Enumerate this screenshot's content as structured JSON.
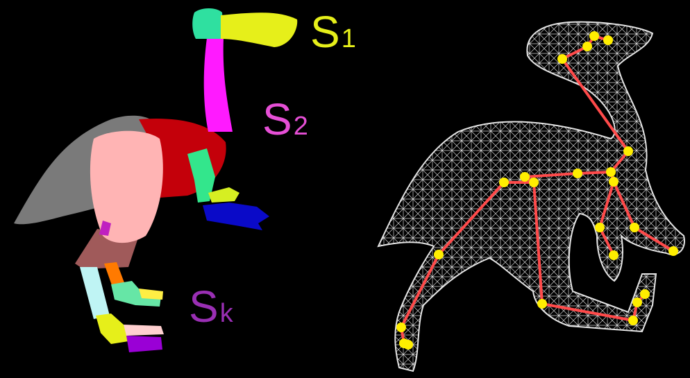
{
  "labels": [
    {
      "base": "S",
      "sub": "1",
      "color": "#e6ef1a"
    },
    {
      "base": "S",
      "sub": "2",
      "color": "#e64fd6"
    },
    {
      "base": "S",
      "sub": "k",
      "color": "#9a2fb4"
    }
  ],
  "colors": {
    "background": "#000000",
    "head": "#2fe0a0",
    "beak": "#e6ef1a",
    "neck": "#ff1aff",
    "body": "#c4000a",
    "tail": "#7a7a7a",
    "thigh": "#ffb4b4",
    "arm": "#33e68c",
    "hand_left": "#d6ef22",
    "hand_right": "#0a0ac8",
    "skeleton_bone": "#ff4a4a",
    "skeleton_joint": "#ffee00",
    "wireframe": "#dcdcdc"
  }
}
